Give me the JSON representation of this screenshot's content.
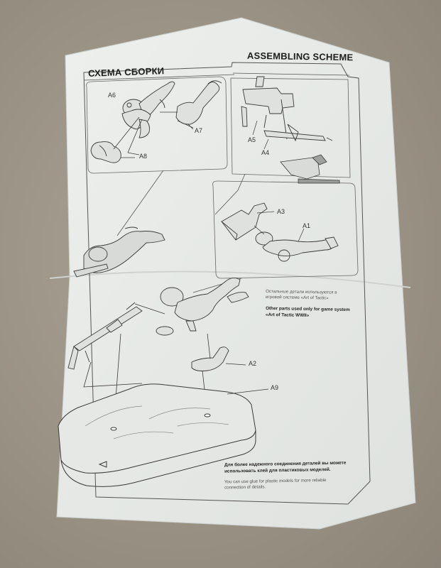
{
  "document": {
    "title_ru": "СХЕМА СБОРКИ",
    "title_en": "ASSEMBLING SCHEME",
    "parts": {
      "a1": "A1",
      "a2": "A2",
      "a3": "A3",
      "a4": "A4",
      "a5": "A5",
      "a6": "A6",
      "a7": "A7",
      "a8": "A8",
      "a9": "A9"
    },
    "note_game_ru": "Остальные детали используются в игровой системе «Art of Tactic»",
    "note_game_en": "Other parts used only for game system «Art of Tactic WWII»",
    "note_glue_ru": "Для более надежного соединения деталей вы можете использовать клей для пластиковых моделей.",
    "note_glue_en": "You can use glue for plastic models for more reliable connection of details."
  },
  "colors": {
    "table": "#9d9689",
    "paper": "#e9ebe8",
    "ink": "#3a3a3a"
  }
}
